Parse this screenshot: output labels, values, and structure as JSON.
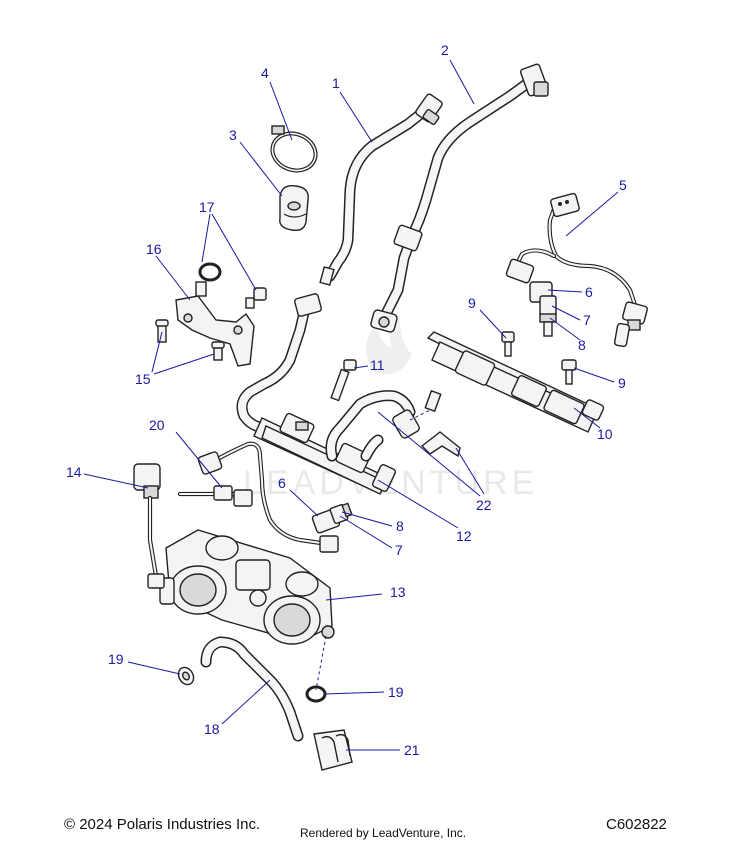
{
  "callouts": [
    "1",
    "2",
    "3",
    "4",
    "5",
    "6",
    "7",
    "8",
    "9",
    "10",
    "11",
    "12",
    "13",
    "14",
    "15",
    "16",
    "17",
    "18",
    "19",
    "20",
    "21",
    "22"
  ],
  "watermark": "LEADVENTURE",
  "footer": {
    "copyright": "© 2024 Polaris Industries Inc.",
    "rendered_by": "Rendered by LeadVenture, Inc.",
    "diagram_id": "C602822"
  },
  "colors": {
    "callout": "#1a1aa0",
    "line": "#222222"
  }
}
